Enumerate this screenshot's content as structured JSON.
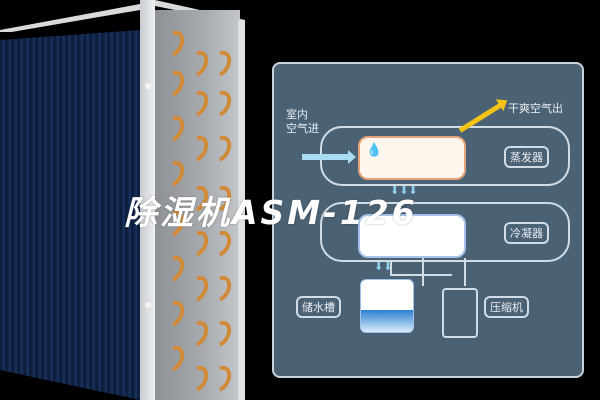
{
  "image": {
    "description": "Dehumidifier coil product photo with working-principle diagram",
    "title_overlay": "除湿机ASM-126"
  },
  "diagram": {
    "labels": {
      "air_in": [
        "室内",
        "空气进"
      ],
      "air_out": "干爽空气出",
      "evaporator": "蒸发器",
      "condenser": "冷凝器",
      "water_tank": "储水槽",
      "compressor": "压缩机"
    },
    "colors": {
      "panel": "#4b6275",
      "air_in_arrow": "#a9dbf1",
      "air_out_arrow": "#f3c416",
      "evaporator_drops": "#e5a57a",
      "condenser_drops": "#6f9ad8"
    }
  }
}
